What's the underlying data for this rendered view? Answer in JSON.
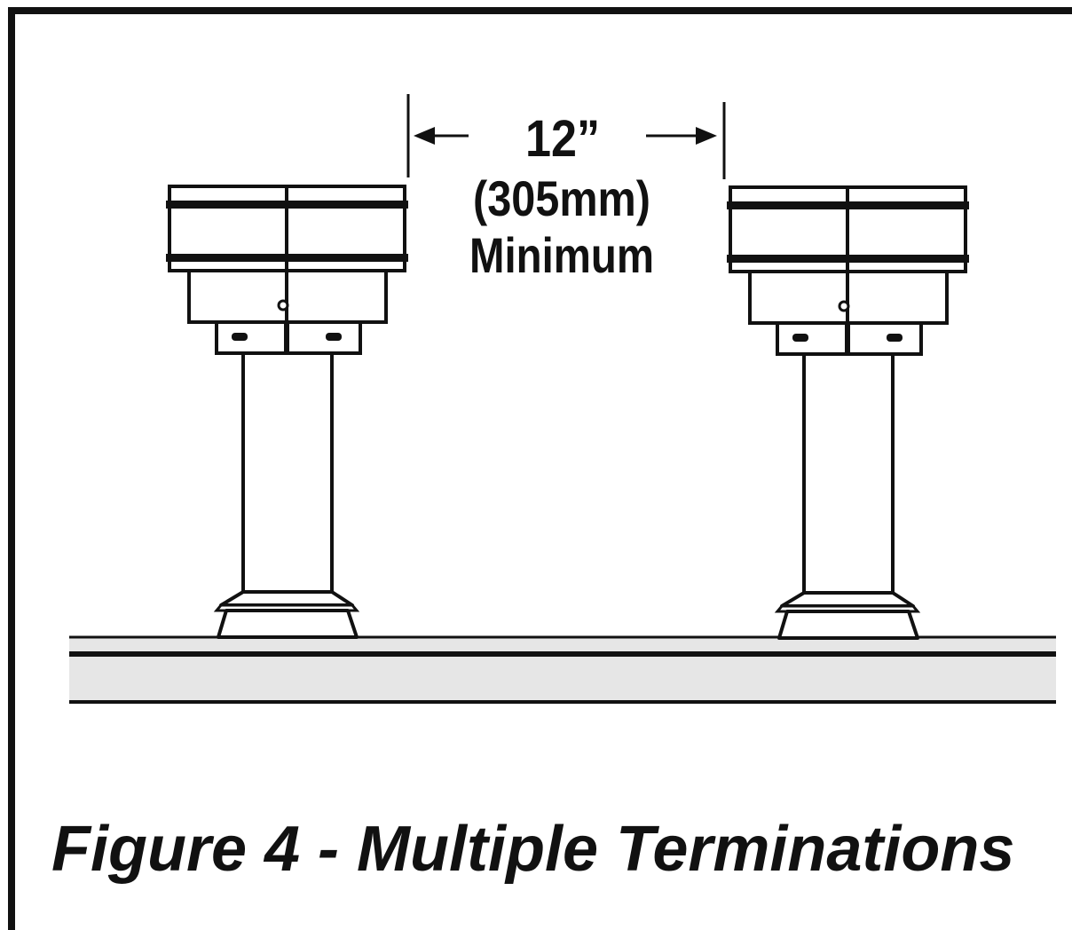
{
  "dimension": {
    "value": "12”",
    "metric": "(305mm)",
    "qualifier": "Minimum"
  },
  "caption": "Figure 4 - Multiple Terminations",
  "colors": {
    "ink": "#111111",
    "roof_fill": "#e6e6e6",
    "background": "#ffffff"
  },
  "terminations": [
    {
      "label_name": "left-termination"
    },
    {
      "label_name": "right-termination"
    }
  ]
}
